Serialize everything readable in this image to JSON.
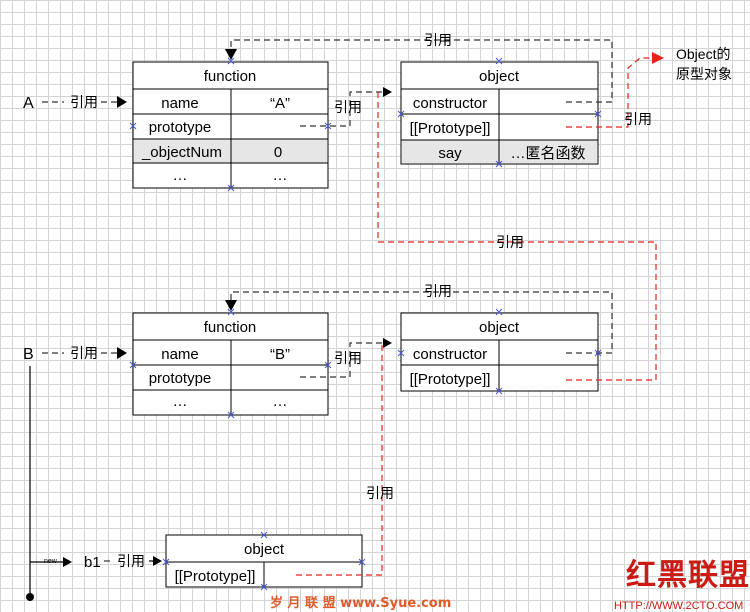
{
  "function_a": {
    "title": "function",
    "rows": [
      {
        "label": "name",
        "value": "“A”"
      },
      {
        "label": "prototype",
        "value": ""
      },
      {
        "label": "_objectNum",
        "value": "0"
      },
      {
        "label": "…",
        "value": "…"
      }
    ]
  },
  "object_a": {
    "title": "object",
    "rows": [
      {
        "label": "constructor",
        "value": ""
      },
      {
        "label": "[[Prototype]]",
        "value": ""
      },
      {
        "label": "say",
        "value": "…匿名函数"
      }
    ]
  },
  "function_b": {
    "title": "function",
    "rows": [
      {
        "label": "name",
        "value": "“B”"
      },
      {
        "label": "prototype",
        "value": ""
      },
      {
        "label": "…",
        "value": "…"
      }
    ]
  },
  "object_b": {
    "title": "object",
    "rows": [
      {
        "label": "constructor",
        "value": ""
      },
      {
        "label": "[[Prototype]]",
        "value": ""
      }
    ]
  },
  "object_b1": {
    "title": "object",
    "rows": [
      {
        "label": "[[Prototype]]",
        "value": ""
      }
    ]
  },
  "labels": {
    "var_a": "A",
    "var_b": "B",
    "var_b1": "b1",
    "ref": "引用",
    "new": "new",
    "object_proto_line1": "Object的",
    "object_proto_line2": "原型对象"
  },
  "watermark": {
    "logo": "红黑联盟",
    "site": "岁 月 联 盟   www.Syue.com",
    "url": "HTTP://WWW.2CTO.COM"
  },
  "colors": {
    "reference_line": "#333333",
    "prototype_line": "#e8231a",
    "highlight_row": "#e6e6e6",
    "watermark_red": "#cc1a14"
  }
}
